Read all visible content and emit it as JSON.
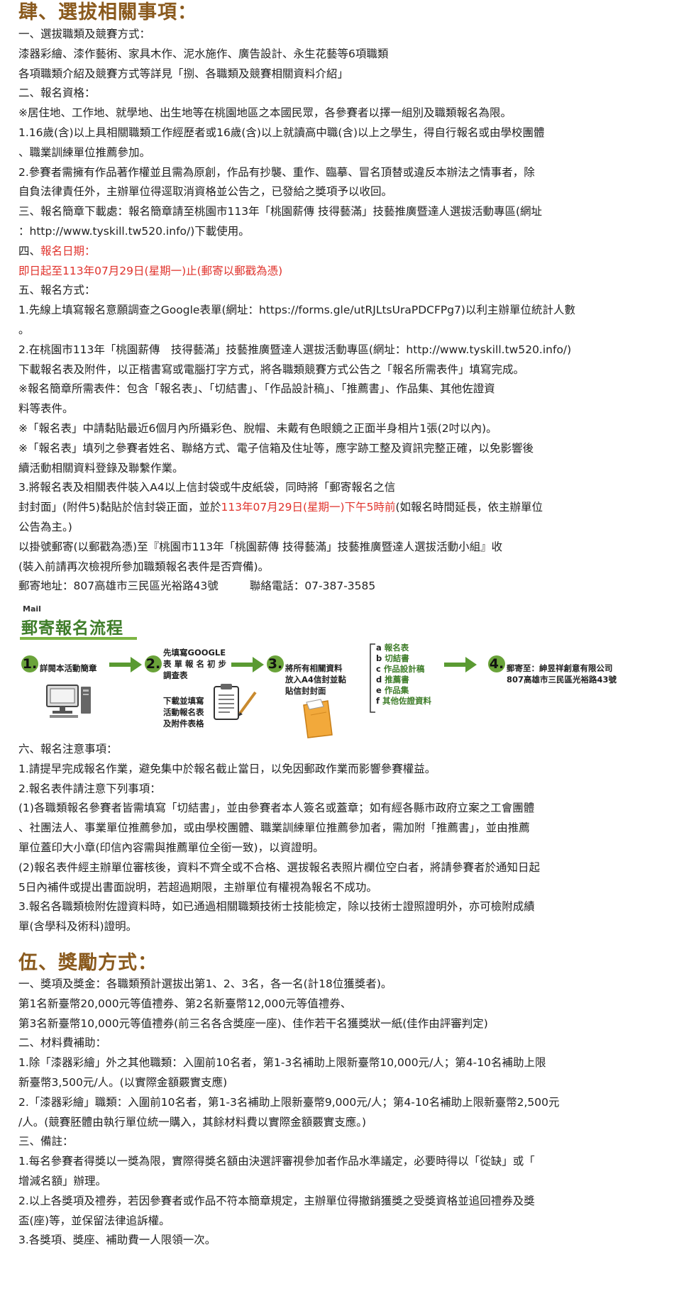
{
  "section4": {
    "heading": "肆、選拔相關事項：",
    "lines_a": [
      "一、選拔職類及競賽方式：",
      "漆器彩繪、漆作藝術、家具木作、泥水施作、廣告設計、永生花藝等6項職類",
      "各項職類介紹及競賽方式等詳見「捌、各職類及競賽相關資料介紹」",
      "二、報名資格：",
      "※居住地、工作地、就學地、出生地等在桃園地區之本國民眾，各參賽者以擇一組別及職類報名為限。",
      "1.16歲(含)以上具相關職類工作經歷者或16歲(含)以上就讀高中職(含)以上之學生，得自行報名或由學校團體",
      "、職業訓練單位推薦參加。",
      "2.參賽者需擁有作品著作權並且需為原創，作品有抄襲、重作、臨摹、冒名頂替或違反本辦法之情事者，除",
      "自負法律責任外，主辦單位得逕取消資格並公告之，已發給之獎項予以收回。",
      "三、報名簡章下載處：報名簡章請至桃園市113年「桃園薪傳 技得藝滿」技藝推廣暨達人選拔活動專區(網址",
      "：http://www.tyskill.tw520.info/)下載使用。"
    ],
    "reg_date_label_prefix": "四、",
    "reg_date_label": "報名日期：",
    "reg_date_value": "即日起至113年07月29日(星期一)止(郵寄以郵戳為憑)",
    "lines_b": [
      "五、報名方式：",
      "1.先線上填寫報名意願調查之Google表單(網址：https://forms.gle/utRJLtsUraPDCFPg7)以利主辦單位統計人數",
      "。",
      "2.在桃園市113年「桃園薪傳　技得藝滿」技藝推廣暨達人選拔活動專區(網址：http://www.tyskill.tw520.info/)",
      "下載報名表及附件，以正楷書寫或電腦打字方式，將各職類競賽方式公告之「報名所需表件」填寫完成。",
      "※報名簡章所需表件：包含「報名表」、「切結書」、「作品設計稿」、「推薦書」、作品集、其他佐證資",
      "料等表件。",
      "※「報名表」中請黏貼最近6個月內所攝彩色、脫帽、未戴有色眼鏡之正面半身相片1張(2吋以內)。",
      "※「報名表」填列之參賽者姓名、聯絡方式、電子信箱及住址等，應字跡工整及資訊完整正確，以免影響後",
      "續活動相關資料登錄及聯繫作業。",
      "3.將報名表及相關表件裝入A4以上信封袋或牛皮紙袋，同時將「郵寄報名之信"
    ],
    "envelope_line_pre": "封封面」(附件5)黏貼於信封袋正面，並於",
    "envelope_line_red": "113年07月29日(星期一)下午5時前",
    "envelope_line_post": "(如報名時間延長，依主辦單位",
    "lines_c": [
      "公告為主。)",
      "以掛號郵寄(以郵戳為憑)至『桃園市113年「桃園薪傳 技得藝滿」技藝推廣暨達人選拔活動小組』收",
      "(裝入前請再次檢視所參加職類報名表件是否齊備)。"
    ],
    "mail_address": "郵寄地址：807高雄市三民區光裕路43號",
    "phone": "聯絡電話：07-387-3585"
  },
  "flow": {
    "small_label": "Mail",
    "title": "郵寄報名流程",
    "steps": [
      {
        "num": "1.",
        "text": [
          "詳閱本活動簡章"
        ]
      },
      {
        "num": "2.",
        "text": [
          "先填寫GOOGLE",
          "表 單 報 名 初 步",
          "調查表"
        ]
      },
      {
        "num": "3.",
        "text": [
          "將所有相關資料",
          "放入A4信封並黏",
          "貼信封封面"
        ]
      },
      {
        "num": "4.",
        "text": [
          "郵寄至：紳昱祥創意有限公司",
          "807高雄市三民區光裕路43號"
        ]
      }
    ],
    "download_note": [
      "下載並填寫",
      "活動報名表",
      "及附件表格"
    ],
    "items": [
      {
        "letter": "a",
        "label": "報名表"
      },
      {
        "letter": "b",
        "label": "切結書"
      },
      {
        "letter": "c",
        "label": "作品設計稿"
      },
      {
        "letter": "d",
        "label": "推薦書"
      },
      {
        "letter": "e",
        "label": "作品集"
      },
      {
        "letter": "f",
        "label": "其他佐證資料"
      }
    ],
    "colors": {
      "green": "#6aa33a",
      "title_green": "#3f7d2a",
      "arrow": "#5a9a32"
    }
  },
  "section4_notes": [
    "六、報名注意事項：",
    "1.請提早完成報名作業，避免集中於報名截止當日，以免因郵政作業而影響參賽權益。",
    "2.報名表件請注意下列事項：",
    "(1)各職類報名參賽者皆需填寫「切結書」，並由參賽者本人簽名或蓋章；如有經各縣市政府立案之工會團體",
    "、社團法人、事業單位推薦參加，或由學校團體、職業訓練單位推薦參加者，需加附「推薦書」，並由推薦",
    "單位蓋印大小章(印信內容需與推薦單位全銜一致)，以資證明。",
    "(2)報名表件經主辦單位審核後，資料不齊全或不合格、選拔報名表照片欄位空白者，將請參賽者於通知日起",
    "5日內補件或提出書面說明，若超過期限，主辦單位有權視為報名不成功。",
    "3.報名各職類檢附佐證資料時，如已通過相關職類技術士技能檢定，除以技術士證照證明外，亦可檢附成績",
    "單(含學科及術科)證明。"
  ],
  "section5": {
    "heading": "伍、獎勵方式：",
    "lines": [
      "一、獎項及獎金：各職類預計選拔出第1、2、3名，各一名(計18位獲獎者)。",
      "第1名新臺幣20,000元等值禮券、第2名新臺幣12,000元等值禮券、",
      "第3名新臺幣10,000元等值禮券(前三名各含獎座一座)、佳作若干名獲獎狀一紙(佳作由評審判定)",
      "二、材料費補助：",
      "1.除「漆器彩繪」外之其他職類：入圍前10名者，第1-3名補助上限新臺幣10,000元/人；第4-10名補助上限",
      "新臺幣3,500元/人。(以實際金額覈實支應)",
      "2.「漆器彩繪」職類：入圍前10名者，第1-3名補助上限新臺幣9,000元/人；第4-10名補助上限新臺幣2,500元",
      "/人。(競賽胚體由執行單位統一購入，其餘材料費以實際金額覈實支應。)",
      "三、備註：",
      "1.每名參賽者得獎以一獎為限，實際得獎名額由決選評審視參加者作品水準議定，必要時得以「從缺」或「",
      "增減名額」辦理。",
      "2.以上各獎項及禮券，若因參賽者或作品不符本簡章規定，主辦單位得撤銷獲獎之受獎資格並追回禮券及獎",
      "盃(座)等，並保留法律追訴權。",
      "3.各獎項、獎座、補助費一人限領一次。"
    ]
  }
}
